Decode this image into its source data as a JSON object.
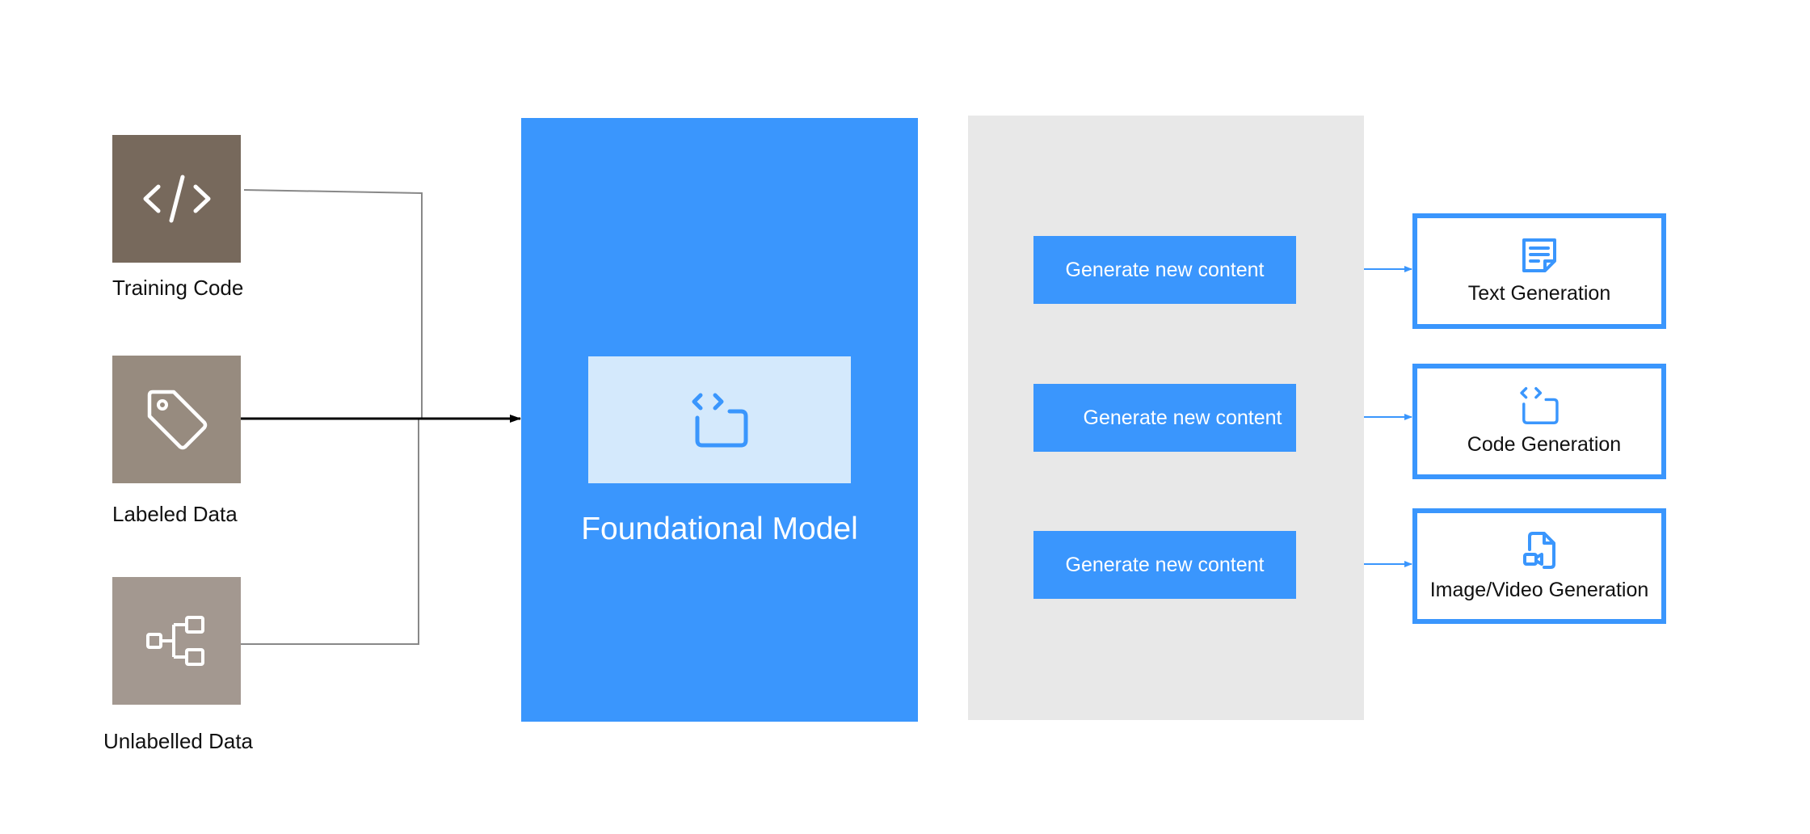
{
  "inputs": [
    {
      "label": "Training Code",
      "icon": "code-icon",
      "color": "#77695c"
    },
    {
      "label": "Labeled Data",
      "icon": "tag-icon",
      "color": "#978b7f"
    },
    {
      "label": "Unlabelled Data",
      "icon": "hierarchy-icon",
      "color": "#a39890"
    }
  ],
  "model": {
    "title": "Foundational Model",
    "icon": "code-window-icon",
    "color": "#3a96fd",
    "inner_color": "#d4e9fc"
  },
  "outputs_panel_color": "#e8e8e8",
  "outputs": [
    {
      "button": "Generate new content",
      "label": "Text Generation",
      "icon": "document-icon"
    },
    {
      "button": "Generate new content",
      "label": "Code Generation",
      "icon": "code-window-icon"
    },
    {
      "button": "Generate new content",
      "label": "Image/Video Generation",
      "icon": "video-file-icon"
    }
  ]
}
